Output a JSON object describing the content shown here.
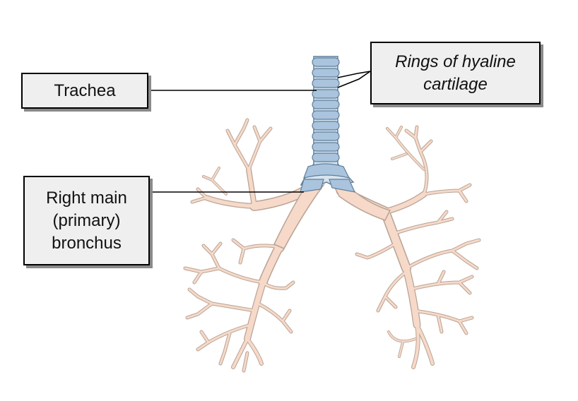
{
  "labels": {
    "trachea": "Trachea",
    "rings": "Rings of hyaline\ncartilage",
    "bronchus": "Right main\n(primary)\nbronchus"
  },
  "colors": {
    "airway_fill": "#f6d9c8",
    "airway_stroke": "#b8a395",
    "cartilage_fill": "#a9c4dc",
    "cartilage_stroke": "#5f7f9c",
    "box_fill": "#efefef",
    "box_shadow": "#8a8a8a",
    "leader_line": "#000000"
  }
}
